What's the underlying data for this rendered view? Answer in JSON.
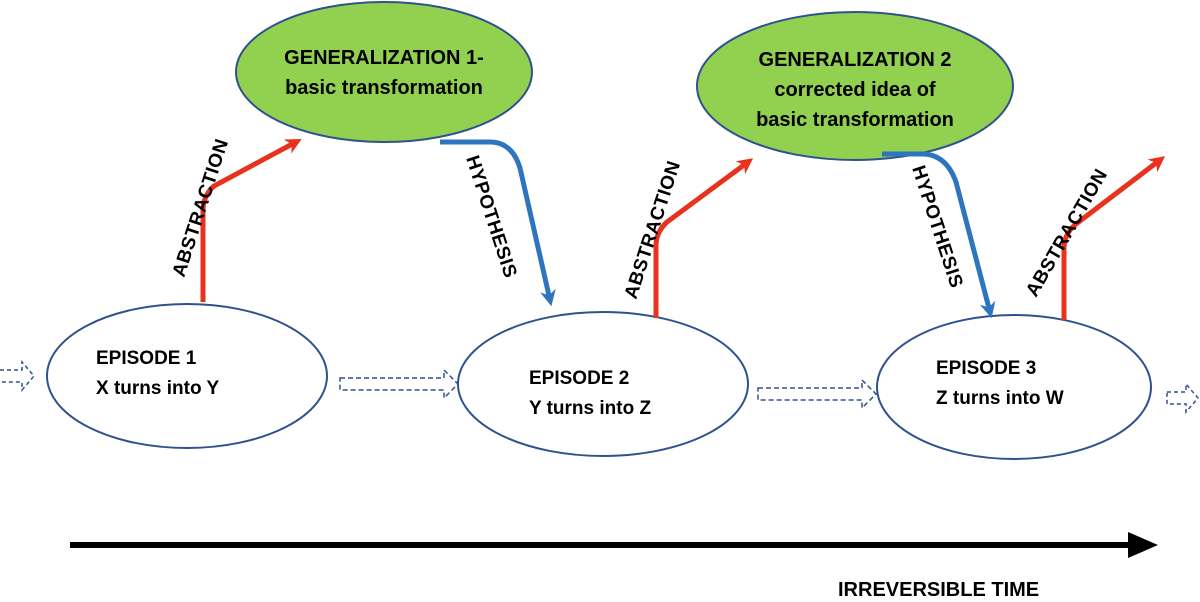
{
  "episodes": [
    {
      "title": "EPISODE 1",
      "desc": "X turns into Y"
    },
    {
      "title": "EPISODE 2",
      "desc": "Y turns into Z"
    },
    {
      "title": "EPISODE 3",
      "desc": "Z turns into W"
    }
  ],
  "generalizations": [
    {
      "line1": "GENERALIZATION 1-",
      "line2": "basic transformation"
    },
    {
      "line1": "GENERALIZATION 2",
      "line2": "corrected idea of",
      "line3": "basic transformation"
    }
  ],
  "labels": {
    "abstraction": "ABSTRACTION",
    "hypothesis": "HYPOTHESIS",
    "time": "IRREVERSIBLE TIME"
  },
  "colors": {
    "episode_stroke": "#2f528f",
    "generalization_fill": "#92d050",
    "abstraction_arrow": "#e8321e",
    "hypothesis_arrow": "#2e75c0",
    "time_arrow": "#000000",
    "flow_arrow": "#2f528f"
  }
}
